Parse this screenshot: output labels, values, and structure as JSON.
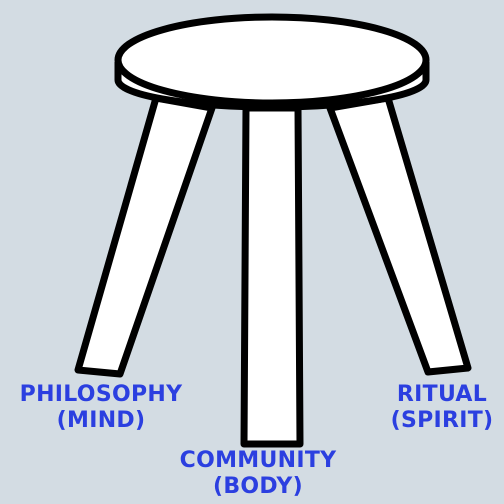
{
  "colors": {
    "background": "#d3dce3",
    "stool_fill": "#ffffff",
    "stool_outline": "#000000",
    "label_text": "#2b3fe0"
  },
  "legs": [
    {
      "title": "PHILOSOPHY",
      "subtitle": "(MIND)"
    },
    {
      "title": "COMMUNITY",
      "subtitle": "(BODY)"
    },
    {
      "title": "RITUAL",
      "subtitle": "(SPIRIT)"
    }
  ]
}
